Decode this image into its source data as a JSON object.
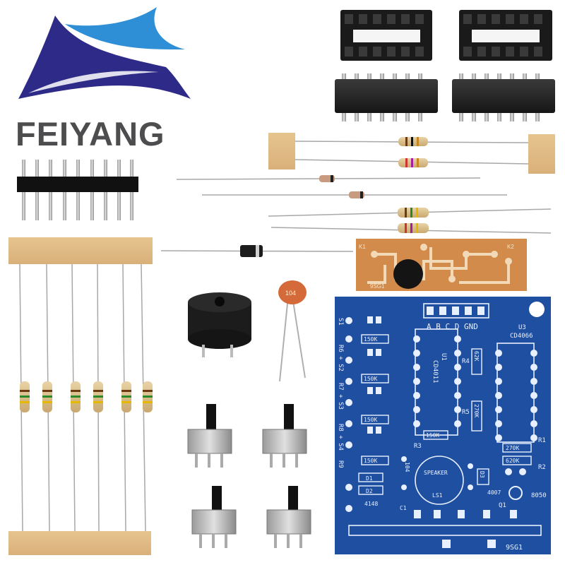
{
  "brand": {
    "name": "FEIYANG",
    "logo_colors": {
      "navy": "#2e2a88",
      "sky": "#2e8fd6"
    }
  },
  "components": {
    "capacitor_code": "104",
    "small_pcb": {
      "labels": [
        "K1",
        "K2",
        "9SG1"
      ]
    },
    "main_pcb": {
      "color": "#1f4fa0",
      "labels": {
        "ic1": "CD4011",
        "ic3": "CD4066",
        "u1": "U1",
        "u3": "U3",
        "header": "A B C D GND",
        "speaker": "SPEAKER",
        "ls1": "LS1",
        "q1": "Q1",
        "q1_type": "8050",
        "d1": "D1",
        "d2": "D2",
        "d3": "D3",
        "diode_type": "4148",
        "d3_type": "4007",
        "r62k": "62K",
        "r270k_a": "270K",
        "r270k_b": "270K",
        "r620k": "620K",
        "r150k_1": "150K",
        "r150k_2": "150K",
        "r150k_3": "150K",
        "r150k_4": "150K",
        "r150k_5": "150K",
        "r4": "R4",
        "r5": "R5",
        "r3": "R3",
        "r1": "R1",
        "r2": "R2",
        "cap": "104",
        "c1": "C1",
        "s1": "S1",
        "s2": "R6 + S2",
        "s3": "R7 + S3",
        "s4": "R8 + S4",
        "r9": "R9",
        "code": "9SG1"
      }
    }
  }
}
